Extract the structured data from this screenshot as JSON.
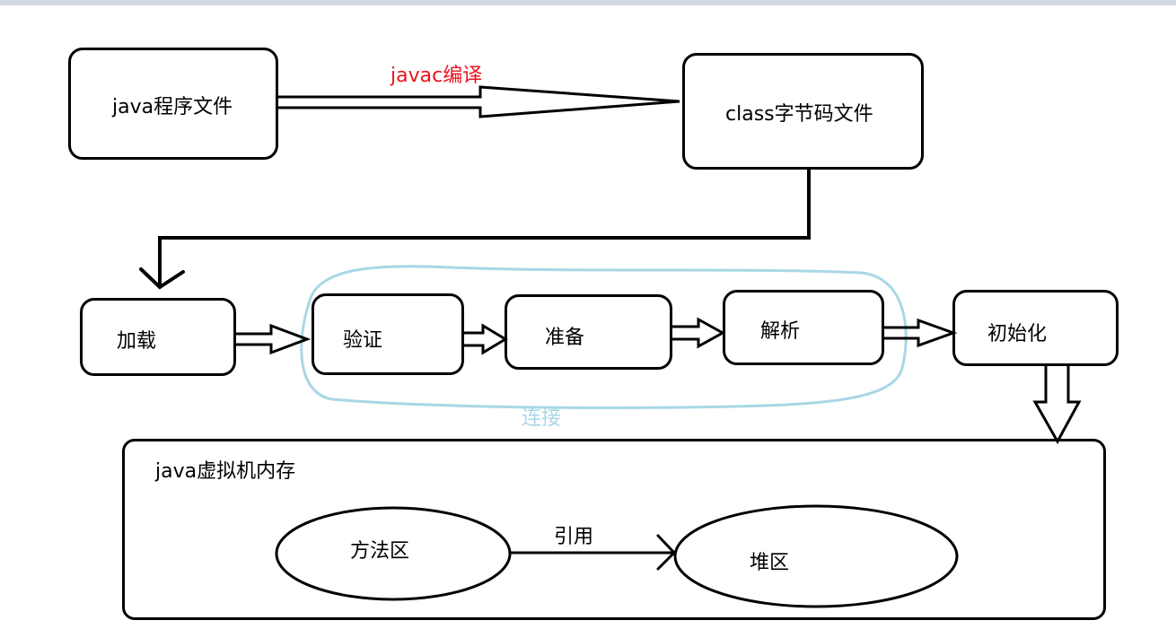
{
  "nodes": {
    "java_file": "java程序文件",
    "class_file": "class字节码文件",
    "load": "加载",
    "verify": "验证",
    "prepare": "准备",
    "resolve": "解析",
    "init": "初始化",
    "jvm_memory": "java虚拟机内存",
    "method_area": "方法区",
    "heap": "堆区"
  },
  "edges": {
    "compile": "javac编译",
    "reference": "引用"
  },
  "groups": {
    "linking": "连接"
  },
  "colors": {
    "compile_label": "#e8141c",
    "linking_outline": "#a9d7e6",
    "stroke": "#000000"
  }
}
